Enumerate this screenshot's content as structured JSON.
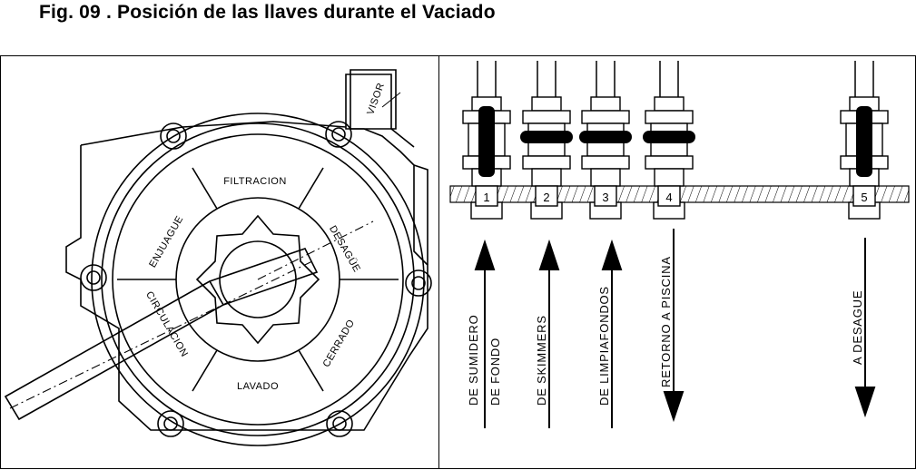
{
  "figure": {
    "title": "Fig. 09 .  Posición de las llaves durante el Vaciado"
  },
  "valve_diagram": {
    "positions": {
      "filtracion": "FILTRACION",
      "desague": "DESAGÜE",
      "cerrado": "CERRADO",
      "lavado": "LAVADO",
      "circulacion": "CIRCULACION",
      "enjuague": "ENJUAGUE"
    },
    "visor_label": "VISOR"
  },
  "manifold": {
    "valves": [
      {
        "number": "1",
        "state": "closed"
      },
      {
        "number": "2",
        "state": "open"
      },
      {
        "number": "3",
        "state": "open"
      },
      {
        "number": "4",
        "state": "open"
      },
      {
        "number": "5",
        "state": "closed"
      }
    ],
    "labels": {
      "sumidero_line1": "DE SUMIDERO",
      "sumidero_line2": "DE FONDO",
      "skimmers": "DE SKIMMERS",
      "limpiafondos": "DE LIMPIAFONDOS",
      "retorno": "RETORNO A PISCINA",
      "desague": "A DESAGUE"
    }
  }
}
